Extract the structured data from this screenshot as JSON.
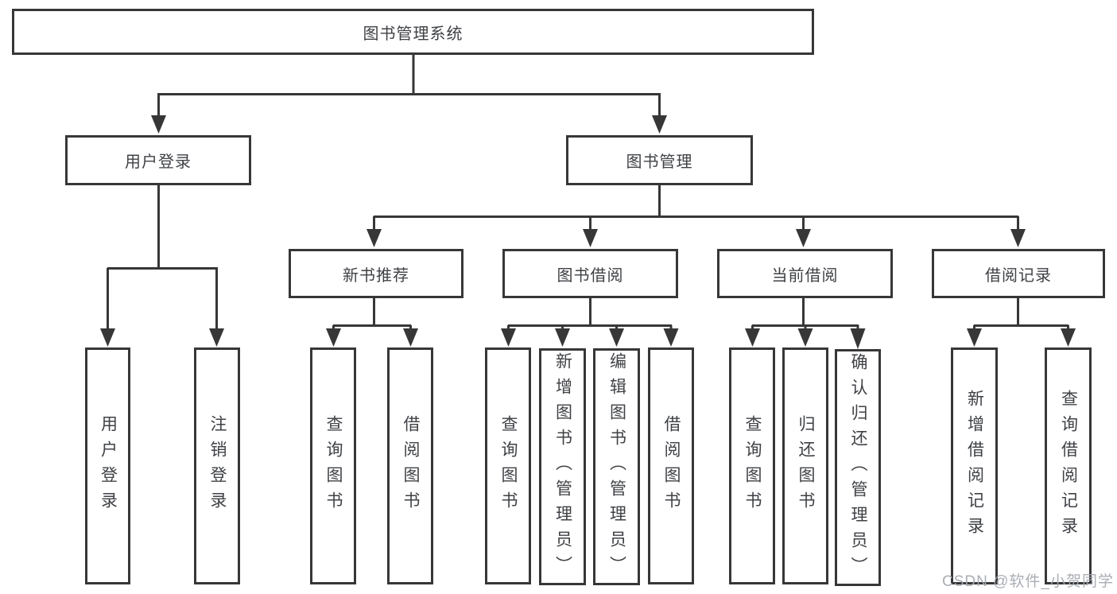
{
  "colors": {
    "line": "#373737",
    "text": "#3f4145",
    "background": "#ffffff",
    "watermark": "#a5aab0"
  },
  "watermark": {
    "text": "CSDN @软件_小贺同学"
  },
  "tree": {
    "label": "图书管理系统",
    "children": [
      {
        "label": "用户登录",
        "children": [
          {
            "label": "用户登录"
          },
          {
            "label": "注销登录"
          }
        ]
      },
      {
        "label": "图书管理",
        "children": [
          {
            "label": "新书推荐",
            "children": [
              {
                "label": "查询图书"
              },
              {
                "label": "借阅图书"
              }
            ]
          },
          {
            "label": "图书借阅",
            "children": [
              {
                "label": "查询图书"
              },
              {
                "label": "新增图书（管理员）"
              },
              {
                "label": "编辑图书（管理员）"
              },
              {
                "label": "借阅图书"
              }
            ]
          },
          {
            "label": "当前借阅",
            "children": [
              {
                "label": "查询图书"
              },
              {
                "label": "归还图书"
              },
              {
                "label": "确认归还（管理员）"
              }
            ]
          },
          {
            "label": "借阅记录",
            "children": [
              {
                "label": "新增借阅记录"
              },
              {
                "label": "查询借阅记录"
              }
            ]
          }
        ]
      }
    ]
  }
}
